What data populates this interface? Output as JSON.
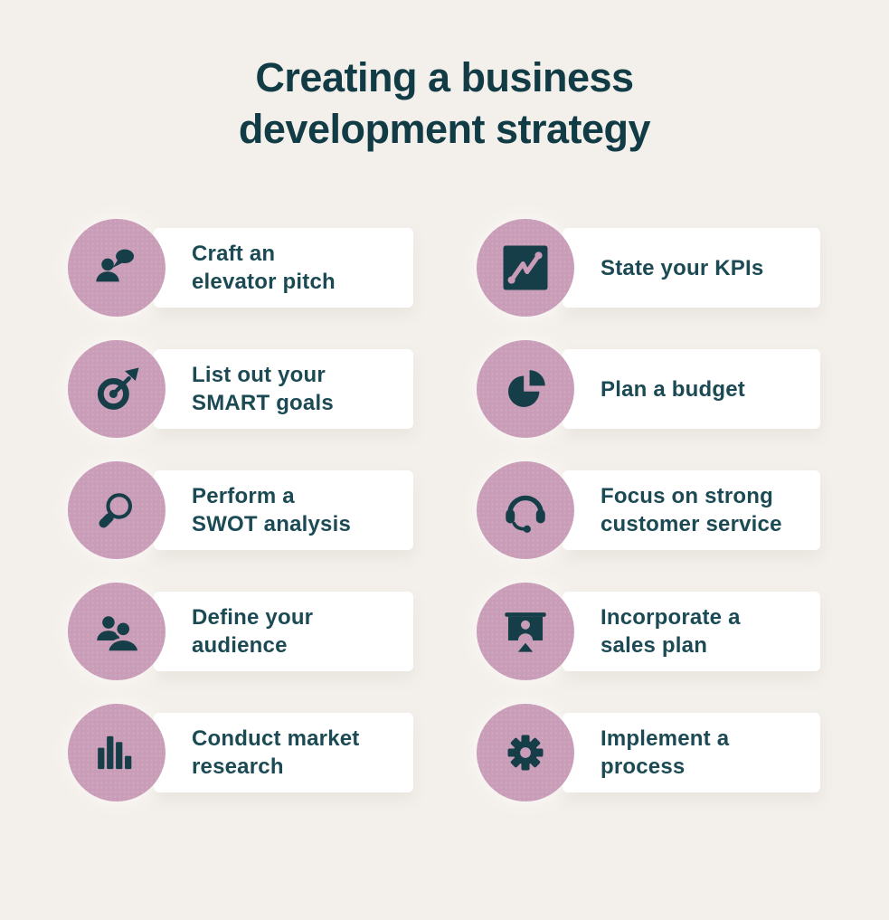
{
  "title": "Creating a business\ndevelopment strategy",
  "colors": {
    "background": "#f3efea",
    "circle": "#c99db8",
    "teal": "#153e48",
    "text": "#1c4a54",
    "card": "#ffffff"
  },
  "items": [
    {
      "label": "Craft an\nelevator pitch",
      "icon": "person-speech-icon"
    },
    {
      "label": "List out your\nSMART goals",
      "icon": "target-icon"
    },
    {
      "label": "Perform a\nSWOT analysis",
      "icon": "magnifier-icon"
    },
    {
      "label": "Define your\naudience",
      "icon": "people-icon"
    },
    {
      "label": "Conduct market\nresearch",
      "icon": "bar-chart-icon"
    },
    {
      "label": "State your KPIs",
      "icon": "line-chart-icon"
    },
    {
      "label": "Plan a budget",
      "icon": "pie-chart-icon"
    },
    {
      "label": "Focus on strong\ncustomer service",
      "icon": "headset-icon"
    },
    {
      "label": "Incorporate a\nsales plan",
      "icon": "presentation-icon"
    },
    {
      "label": "Implement a\nprocess",
      "icon": "gear-icon"
    }
  ]
}
